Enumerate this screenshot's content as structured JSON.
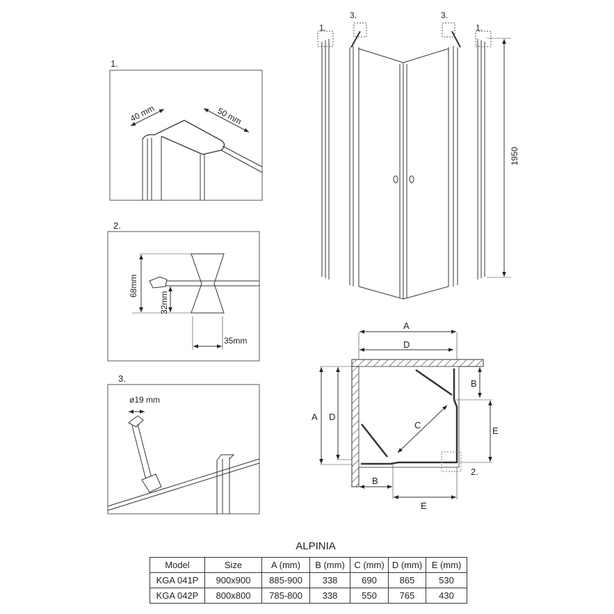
{
  "details": {
    "d1": {
      "label": "1.",
      "dim_width": "40 mm",
      "dim_depth": "50 mm"
    },
    "d2": {
      "label": "2.",
      "dim_height": "68mm",
      "dim_lower": "32mm",
      "dim_width": "35mm"
    },
    "d3": {
      "label": "3.",
      "dim_diameter": "ø19 mm"
    }
  },
  "elevation": {
    "callout_left_1": "1.",
    "callout_left_3": "3.",
    "callout_right_3": "3.",
    "callout_right_1": "1.",
    "height": "1950"
  },
  "plan": {
    "A_top": "A",
    "D_top": "D",
    "A_left": "A",
    "D_left": "D",
    "B_right": "B",
    "E_right": "E",
    "C": "C",
    "B_bottom": "B",
    "E_bottom": "E",
    "callout_2": "2."
  },
  "table": {
    "title": "ALPINIA",
    "headers": [
      "Model",
      "Size",
      "A (mm)",
      "B (mm)",
      "C (mm)",
      "D (mm)",
      "E (mm)"
    ],
    "rows": [
      [
        "KGA 041P",
        "900x900",
        "885-900",
        "338",
        "690",
        "865",
        "530"
      ],
      [
        "KGA 042P",
        "800x800",
        "785-800",
        "338",
        "550",
        "765",
        "430"
      ]
    ]
  }
}
